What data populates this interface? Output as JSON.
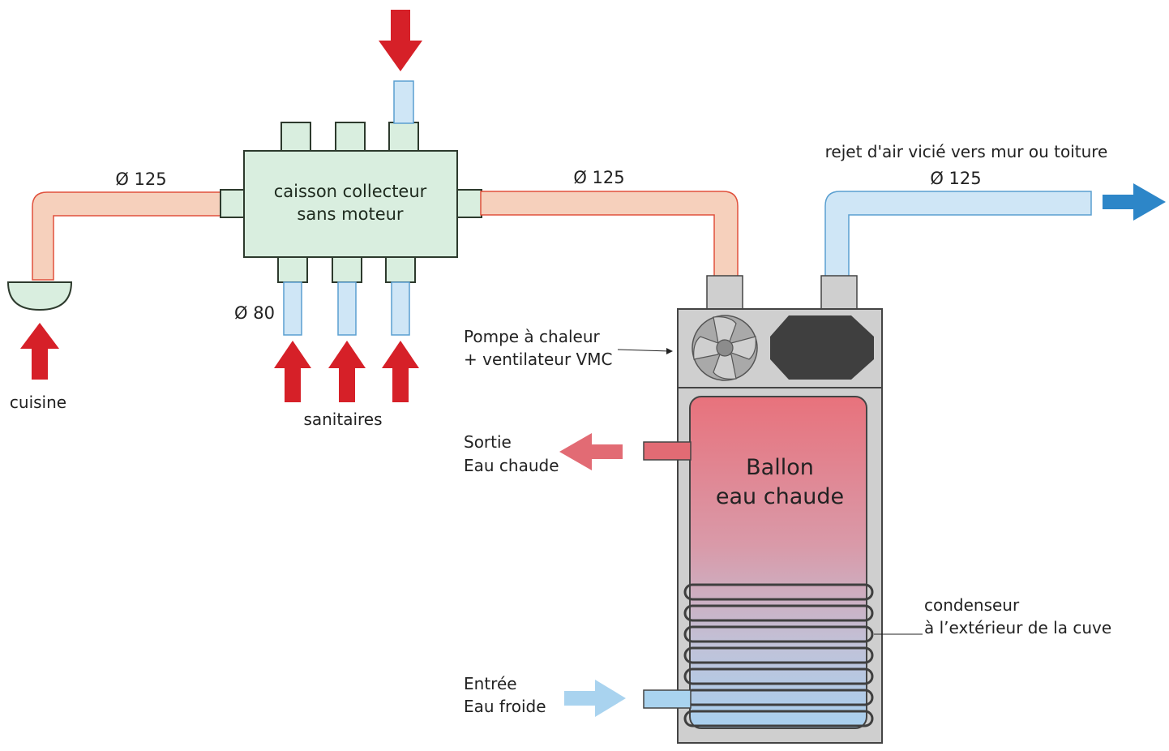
{
  "labels": {
    "diameter_kitchen": "Ø 125",
    "diameter_middle": "Ø 125",
    "diameter_exhaust": "Ø 125",
    "diameter_sanitary": "Ø 80",
    "collector_line1": "caisson collecteur",
    "collector_line2": "sans moteur",
    "kitchen": "cuisine",
    "sanitary": "sanitaires",
    "exhaust": "rejet d'air vicié vers mur ou toiture",
    "pump_line1": "Pompe à chaleur",
    "pump_line2": "+ ventilateur VMC",
    "hot_out_line1": "Sortie",
    "hot_out_line2": "Eau chaude",
    "tank_line1": "Ballon",
    "tank_line2": "eau chaude",
    "condenser_line1": "condenseur",
    "condenser_line2": "à l’extérieur de la cuve",
    "cold_in_line1": "Entrée",
    "cold_in_line2": "Eau froide"
  },
  "colors": {
    "warm_duct": "#f6d0bc",
    "warm_duct_stroke": "#e0503c",
    "cold_duct": "#cfe6f6",
    "cold_duct_stroke": "#5a9fd0",
    "collector_fill": "#d9eedf",
    "red_arrow": "#d62028",
    "blue_arrow": "#2d86c8",
    "hot_arrow": "#e26b74",
    "cold_arrow": "#a9d3ef",
    "tank_top": "#e8747e",
    "tank_bottom": "#b0d4ee",
    "unit_grey": "#cfcfcf"
  }
}
